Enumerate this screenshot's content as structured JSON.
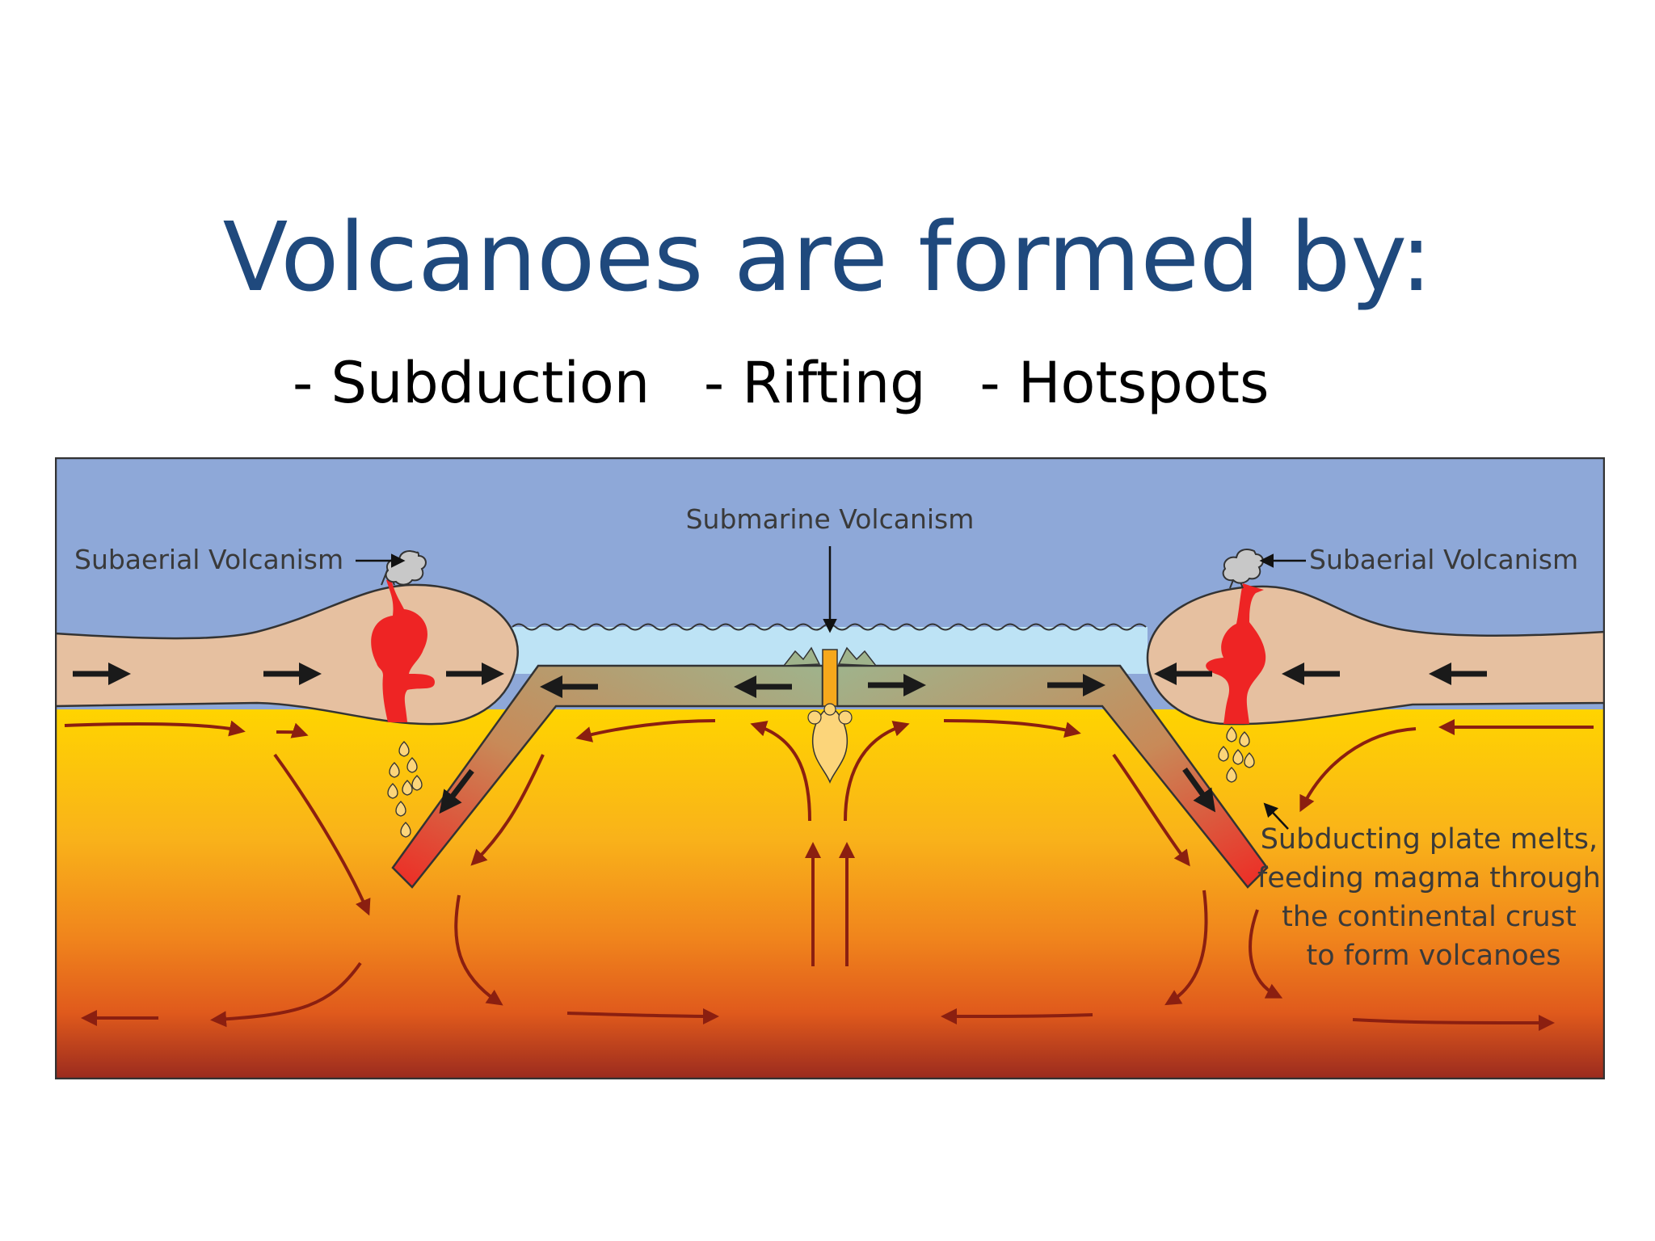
{
  "title": "Volcanoes are formed by:",
  "bullets": [
    "- Subduction",
    "- Rifting",
    "- Hotspots"
  ],
  "diagram": {
    "label_subaerial_left": "Subaerial Volcanism",
    "label_submarine": "Submarine Volcanism",
    "label_subaerial_right": "Subaerial Volcanism",
    "subduct_lines": [
      "Subducting plate melts,",
      "feeding magma through",
      "the continental crust",
      "to form volcanoes"
    ],
    "colors": {
      "sky": "#8ea8d8",
      "ocean": "#bde3f5",
      "continent": "#e6c0a0",
      "oceanic_plate": "#9fb38c",
      "magma": "#ee2424",
      "mantle_top": "#ffd200",
      "mantle_bottom": "#9a2a1e",
      "convection": "#8b1f10",
      "title": "#1f497d"
    }
  }
}
